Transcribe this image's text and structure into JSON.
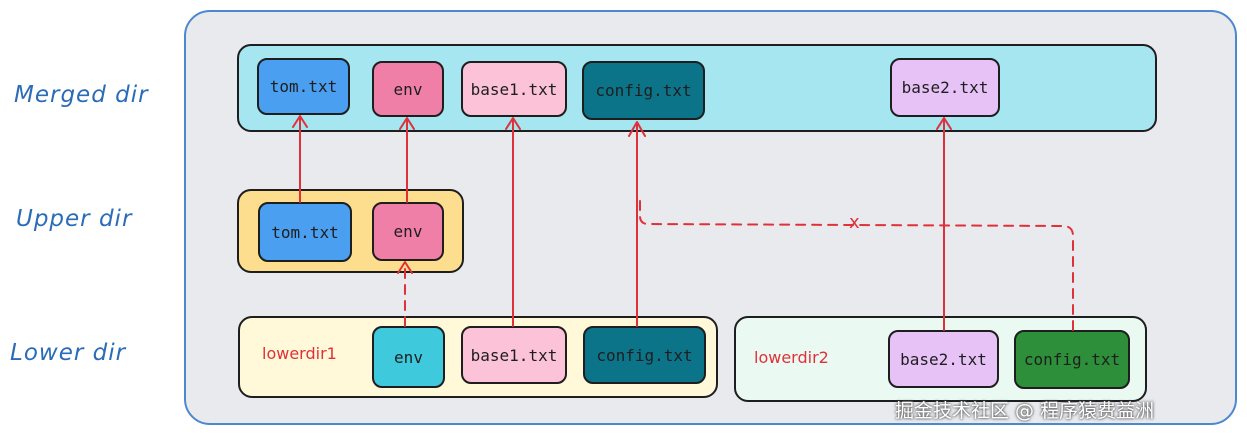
{
  "rows": {
    "merged": "Merged dir",
    "upper": "Upper dir",
    "lower": "Lower dir"
  },
  "merged": {
    "files": [
      {
        "name": "tom.txt",
        "color": "#4a9ff0"
      },
      {
        "name": "env",
        "color": "#f07fa8"
      },
      {
        "name": "base1.txt",
        "color": "#fcc2d7"
      },
      {
        "name": "config.txt",
        "color": "#0c7489"
      },
      {
        "name": "base2.txt",
        "color": "#e7c2f7"
      }
    ]
  },
  "upper": {
    "files": [
      {
        "name": "tom.txt",
        "color": "#4a9ff0"
      },
      {
        "name": "env",
        "color": "#f07fa8"
      }
    ]
  },
  "lower1": {
    "label": "lowerdir1",
    "files": [
      {
        "name": "env",
        "color": "#3ec9dc"
      },
      {
        "name": "base1.txt",
        "color": "#fcc2d7"
      },
      {
        "name": "config.txt",
        "color": "#0c7489"
      }
    ]
  },
  "lower2": {
    "label": "lowerdir2",
    "files": [
      {
        "name": "base2.txt",
        "color": "#e7c2f7"
      },
      {
        "name": "config.txt",
        "color": "#2d8f3a"
      }
    ]
  },
  "blocked_marker": "x",
  "colors": {
    "arrow": "#e0313a",
    "outer_border": "#4c88cf",
    "background": "#e9eaee"
  },
  "watermark": "掘金技术社区 @ 程序猿费益洲"
}
